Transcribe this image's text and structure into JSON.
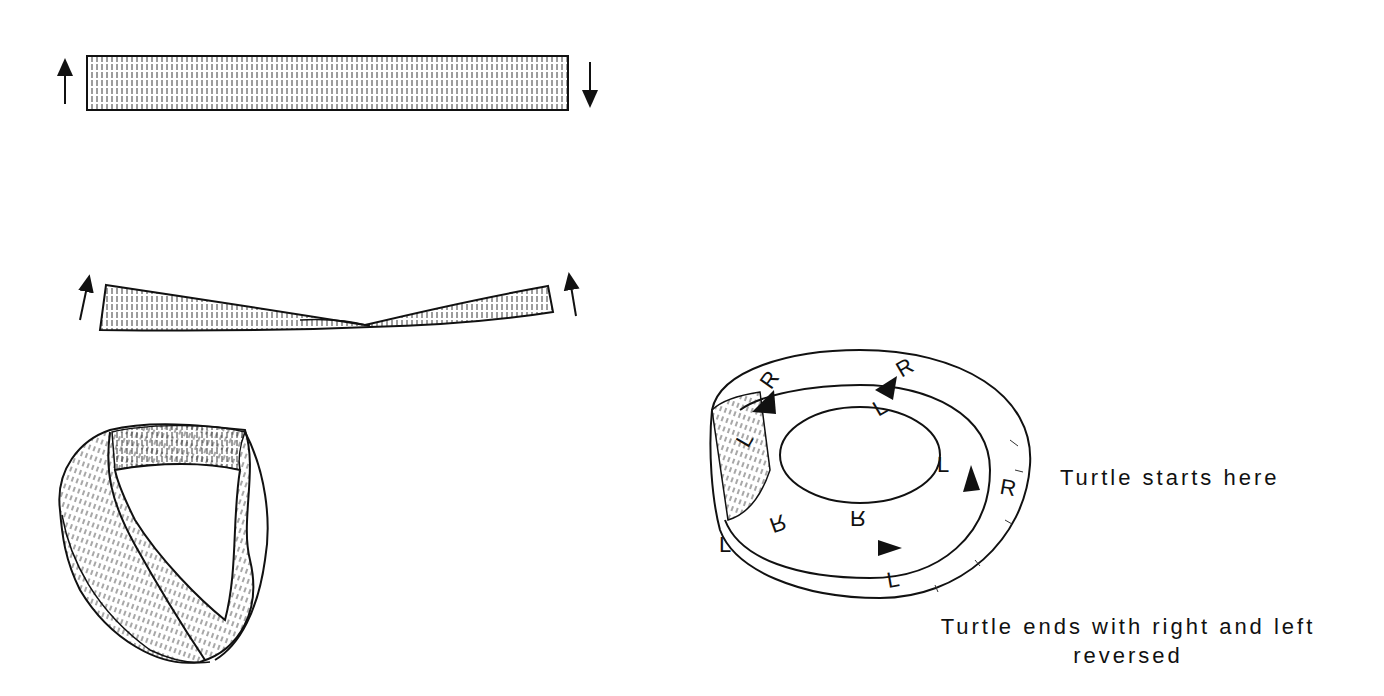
{
  "diagram": {
    "labels": [
      "R",
      "R",
      "L",
      "L",
      "L",
      "R",
      "R",
      "R",
      "L",
      "L",
      "Turtle starts here",
      "Turtle ends with right and left reversed"
    ]
  }
}
